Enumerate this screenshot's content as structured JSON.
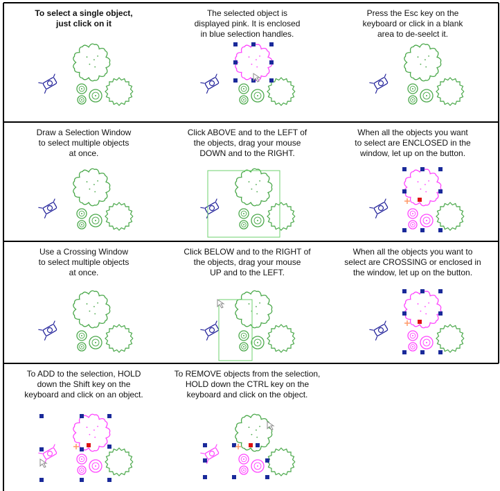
{
  "colors": {
    "border": "#000000",
    "divider": "#888888",
    "unselected": "#4aa84a",
    "selected": "#ff44ff",
    "handle": "#1a2a9a",
    "window": "#6ed26e",
    "person": "#22229a",
    "cursor": "#888888",
    "snap": "#ff9966",
    "grip": "#dd1111"
  },
  "icons": {
    "tree_large": "round-tree-icon",
    "tree_spiky": "spiky-tree-icon",
    "shrub": "shrub-icon",
    "person": "person-figure-icon",
    "handle": "selection-handle-icon",
    "cursor": "mouse-cursor-icon"
  },
  "panels": [
    {
      "lines": [
        "To select a single object,",
        "just click on it"
      ],
      "bold": true
    },
    {
      "lines": [
        "The selected object is",
        "displayed pink. It is enclosed",
        "in blue selection handles."
      ]
    },
    {
      "lines": [
        "Press the Esc key on the",
        "keyboard or click in a blank",
        "area to de-seelct it."
      ]
    },
    {
      "lines": [
        "Draw a Selection Window",
        "to select multiple objects",
        "at once."
      ]
    },
    {
      "lines": [
        "Click ABOVE and to the LEFT of",
        "the objects, drag your mouse",
        "DOWN and to the RIGHT."
      ]
    },
    {
      "lines": [
        "When all the objects you want",
        "to select are ENCLOSED in the",
        "window, let up on the button."
      ]
    },
    {
      "lines": [
        "Use a Crossing Window",
        "to select multiple objects",
        "at once."
      ]
    },
    {
      "lines": [
        "Click BELOW and to the RIGHT of",
        "the objects, drag your mouse",
        "UP and to the LEFT."
      ]
    },
    {
      "lines": [
        "When all the objects you want to",
        "select are CROSSING or enclosed in",
        "the window, let up on the button."
      ]
    },
    {
      "lines": [
        "To ADD to the selection, HOLD",
        "down the Shift key on the",
        "keyboard and click on an object."
      ]
    },
    {
      "lines": [
        "To REMOVE objects from the selection,",
        "HOLD down the CTRL key on the",
        "keyboard and click on the object."
      ]
    }
  ]
}
